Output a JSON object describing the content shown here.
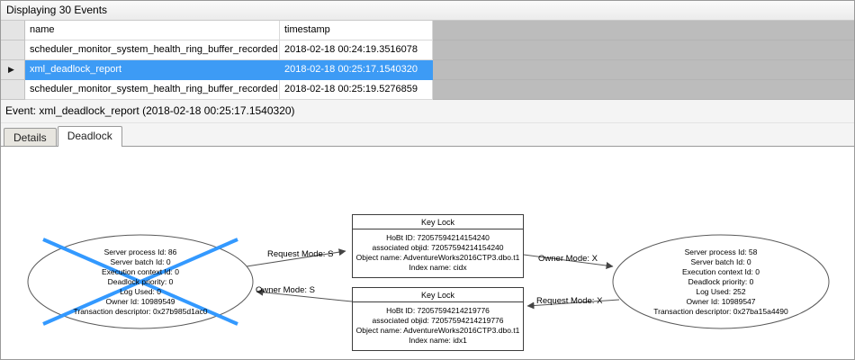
{
  "header": {
    "title": "Displaying 30 Events"
  },
  "grid": {
    "columns": [
      "name",
      "timestamp"
    ],
    "row_indicator": "▶",
    "rows": [
      {
        "name": "scheduler_monitor_system_health_ring_buffer_recorded",
        "timestamp": "2018-02-18 00:24:19.3516078",
        "selected": false
      },
      {
        "name": "xml_deadlock_report",
        "timestamp": "2018-02-18 00:25:17.1540320",
        "selected": true
      },
      {
        "name": "scheduler_monitor_system_health_ring_buffer_recorded",
        "timestamp": "2018-02-18 00:25:19.5276859",
        "selected": false
      }
    ]
  },
  "event_label": "Event: xml_deadlock_report (2018-02-18 00:25:17.1540320)",
  "tabs": [
    {
      "label": "Details",
      "active": false
    },
    {
      "label": "Deadlock",
      "active": true
    }
  ],
  "diagram": {
    "left_process": {
      "victim": true,
      "lines": [
        "Server process Id: 86",
        "Server batch Id: 0",
        "Execution context Id: 0",
        "Deadlock priority: 0",
        "Log Used: 0",
        "Owner Id: 10989549",
        "Transaction descriptor: 0x27b985d1ac0"
      ]
    },
    "right_process": {
      "victim": false,
      "lines": [
        "Server process Id: 58",
        "Server batch Id: 0",
        "Execution context Id: 0",
        "Deadlock priority: 0",
        "Log Used: 252",
        "Owner Id: 10989547",
        "Transaction descriptor: 0x27ba15a4490"
      ]
    },
    "top_resource": {
      "title": "Key Lock",
      "lines": [
        "HoBt ID: 72057594214154240",
        "associated objid: 72057594214154240",
        "Object name: AdventureWorks2016CTP3.dbo.t1",
        "Index name: cidx"
      ]
    },
    "bottom_resource": {
      "title": "Key Lock",
      "lines": [
        "HoBt ID: 72057594214219776",
        "associated objid: 72057594214219776",
        "Object name: AdventureWorks2016CTP3.dbo.t1",
        "Index name: idx1"
      ]
    },
    "edges": {
      "request_s": "Request Mode: S",
      "owner_x": "Owner Mode: X",
      "owner_s": "Owner Mode: S",
      "request_x": "Request Mode: X"
    }
  },
  "colors": {
    "selection_blue": "#3d9bf5",
    "victim_cross_blue": "#3399ff",
    "grid_gray": "#bcbcbc"
  }
}
